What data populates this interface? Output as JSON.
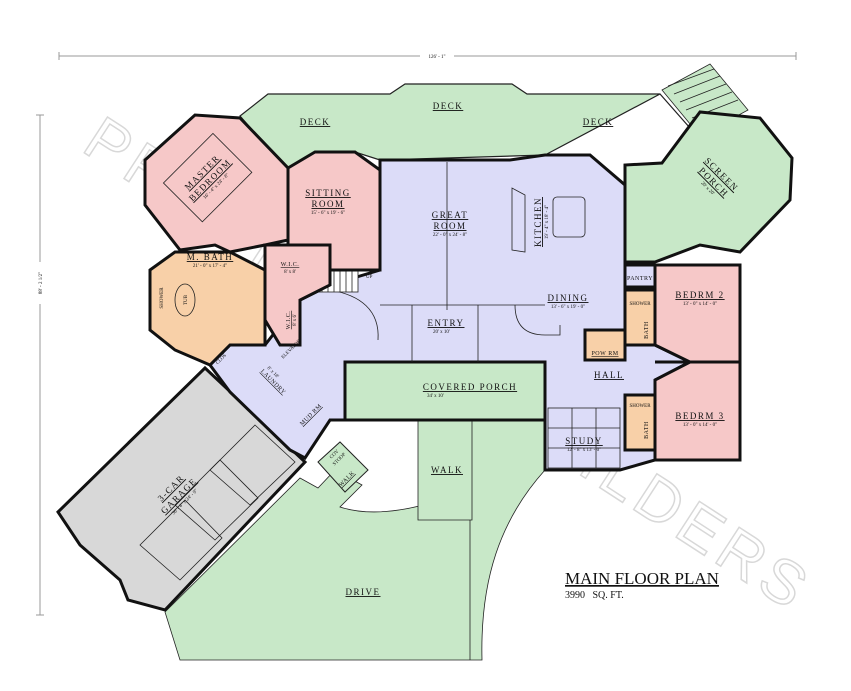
{
  "dimensions": {
    "width": "126' - 1\"",
    "depth": "88' - 2 1/2\""
  },
  "watermark": "PROVIDENCE BUILDERS",
  "title": "MAIN FLOOR PLAN",
  "square_feet": "3990   SQ. FT.",
  "colors": {
    "outdoor": "#c8e8c8",
    "living": "#dcdcf8",
    "bedroom": "#f6c8c8",
    "bath": "#f8d0a8",
    "garage": "#d8d8d8",
    "wall": "#111111"
  },
  "rooms": {
    "deck_left": {
      "name": "DECK"
    },
    "deck_center": {
      "name": "DECK"
    },
    "deck_right": {
      "name": "DECK"
    },
    "master_bedroom": {
      "name1": "MASTER",
      "name2": "BEDROOM",
      "size": "16' - 4\" x 24' - 8\""
    },
    "sitting_room": {
      "name1": "SITTING",
      "name2": "ROOM",
      "size": "15' - 6\" x 19' - 6\""
    },
    "great_room": {
      "name1": "GREAT",
      "name2": "ROOM",
      "size": "22' - 0\" x 24' - 8\""
    },
    "kitchen": {
      "name": "KITCHEN",
      "size": "19' - 4\" x 18' - 4\""
    },
    "dining": {
      "name": "DINING",
      "size": "13' - 6\" x 19' - 0\""
    },
    "pantry": {
      "name": "PANTRY"
    },
    "screen_porch": {
      "name1": "SCREEN",
      "name2": "PORCH",
      "size": "20' x 20'"
    },
    "bedroom_2": {
      "name": "BEDRM 2",
      "size": "13' - 0\" x 14' - 0\""
    },
    "bedroom_3": {
      "name": "BEDRM 3",
      "size": "13' - 0\" x 14' - 0\""
    },
    "bath_2": {
      "name": "BATH",
      "shower": "SHOWER"
    },
    "bath_3": {
      "name": "BATH",
      "shower": "SHOWER"
    },
    "powder_room": {
      "name": "POW RM"
    },
    "hall": {
      "name": "HALL"
    },
    "entry": {
      "name": "ENTRY",
      "size": "20' x 10'"
    },
    "covered_porch": {
      "name": "COVERED PORCH",
      "size": "34' x 10'"
    },
    "study": {
      "name": "STUDY",
      "size": "12' - 8\" x 13' - 0\""
    },
    "walk_front": {
      "name": "WALK"
    },
    "master_bath": {
      "name": "M. BATH",
      "size": "21' - 0\" x 17' - 4\"",
      "shower": "SHOWER",
      "tub": "TUB"
    },
    "wic_1": {
      "name": "W.I.C.",
      "size": "8' x 8'"
    },
    "wic_2": {
      "name": "W.I.C.",
      "size": "8' x 6'"
    },
    "closet": {
      "name": "CLOS"
    },
    "elevator": {
      "name": "ELEVATOR"
    },
    "laundry": {
      "name": "LAUNDRY",
      "size": "8' x 18'"
    },
    "mud_room": {
      "name": "MUD RM"
    },
    "stoop": {
      "name1": "COV",
      "name2": "STOOP"
    },
    "walk_side": {
      "name": "WALK"
    },
    "garage": {
      "name1": "3-CAR",
      "name2": "GARAGE",
      "size": "36' - 4\" x 24' - 9\""
    },
    "drive": {
      "name": "DRIVE"
    },
    "stairs_up": {
      "name": "UP"
    }
  }
}
